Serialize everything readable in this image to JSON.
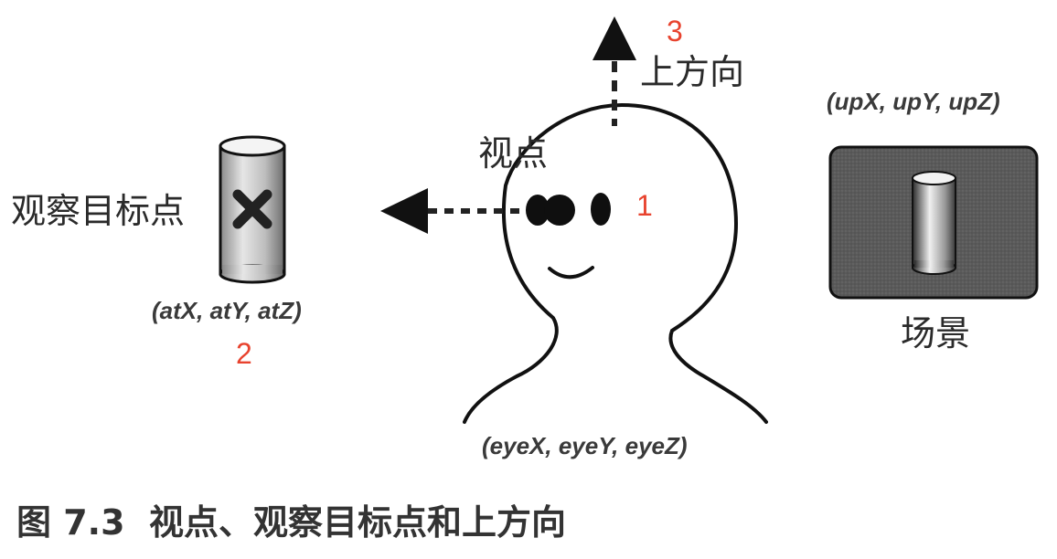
{
  "labels": {
    "target": "观察目标点",
    "target_coords": "(atX, atY, atZ)",
    "target_num": "2",
    "eye": "视点",
    "eye_num": "1",
    "eye_coords": "(eyeX, eyeY, eyeZ)",
    "up": "上方向",
    "up_num": "3",
    "up_coords": "(upX, upY, upZ)",
    "scene": "场景"
  },
  "caption": "图 7.3  视点、观察目标点和上方向",
  "colors": {
    "number_accent": "#e8432e",
    "line": "#111111",
    "scene_bg": "#555555"
  }
}
